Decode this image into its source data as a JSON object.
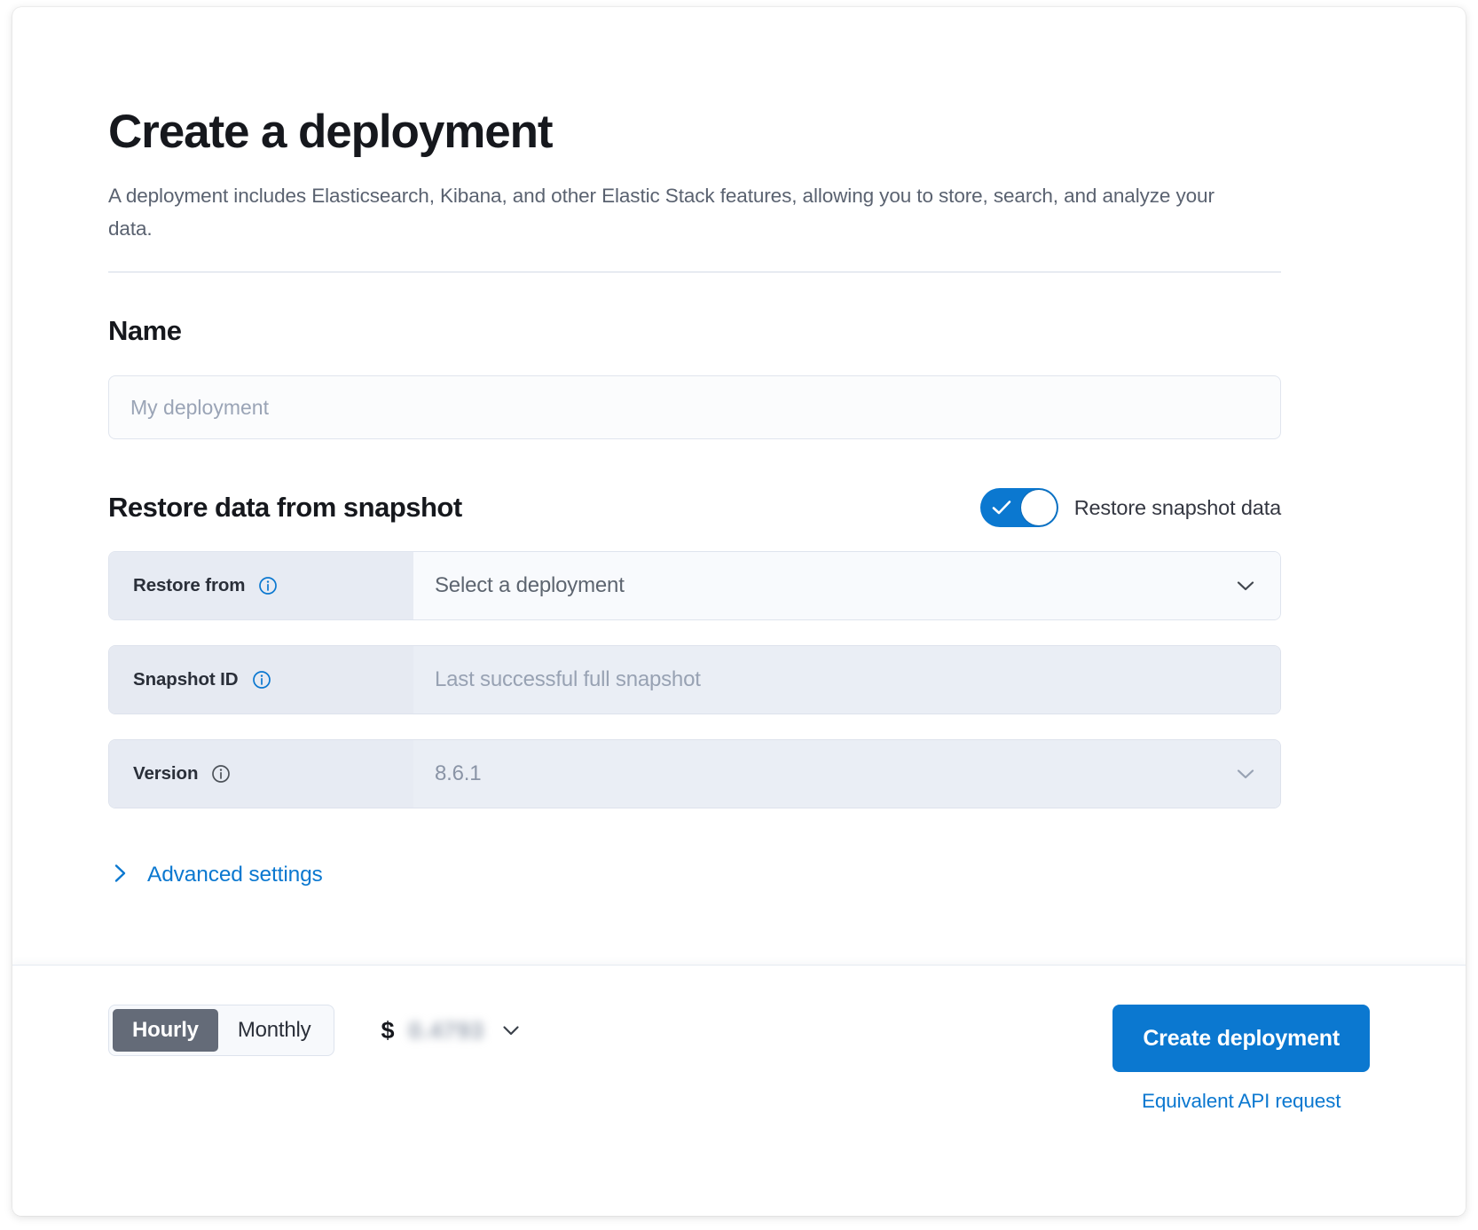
{
  "page": {
    "title": "Create a deployment",
    "description": "A deployment includes Elasticsearch, Kibana, and other Elastic Stack features, allowing you to store, search, and analyze your data."
  },
  "name_section": {
    "heading": "Name",
    "input_value": "",
    "input_placeholder": "My deployment"
  },
  "restore_section": {
    "heading": "Restore data from snapshot",
    "toggle": {
      "label": "Restore snapshot data",
      "state": "on",
      "icon": "check-icon"
    },
    "rows": [
      {
        "label": "Restore from",
        "info_icon": "info-icon",
        "value": "Select a deployment",
        "control": "dropdown",
        "chevron_icon": "chevron-down-icon",
        "disabled": false
      },
      {
        "label": "Snapshot ID",
        "info_icon": "info-icon",
        "value": "Last successful full snapshot",
        "control": "text",
        "chevron_icon": "",
        "disabled": true
      },
      {
        "label": "Version",
        "info_icon": "info-icon",
        "value": "8.6.1",
        "control": "dropdown",
        "chevron_icon": "chevron-down-icon",
        "disabled": true
      }
    ],
    "advanced": {
      "label": "Advanced settings",
      "icon": "chevron-right-icon"
    }
  },
  "footer": {
    "billing_options": [
      {
        "label": "Hourly",
        "selected": true
      },
      {
        "label": "Monthly",
        "selected": false
      }
    ],
    "price": {
      "currency_symbol": "$",
      "amount": "0.4793",
      "obscured": true,
      "chevron_icon": "chevron-down-icon"
    },
    "create_button": "Create deployment",
    "api_link": "Equivalent API request"
  },
  "colors": {
    "accent": "#0b78d0",
    "heading": "#16181d",
    "muted_text": "#5a6270",
    "prepend_bg": "#e7ebf3",
    "field_bg": "#f8fafd",
    "disabled_bg": "#eaeef5",
    "segment_active_bg": "#646b78"
  }
}
